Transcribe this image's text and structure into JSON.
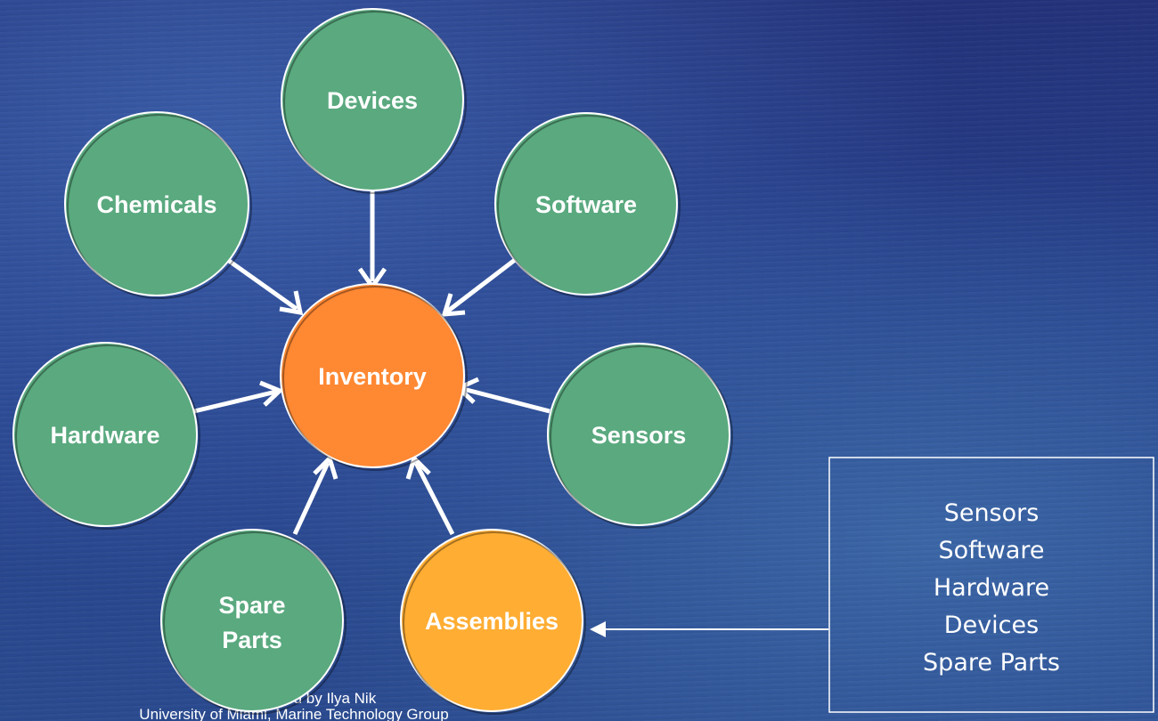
{
  "colors": {
    "node_green": "#5aa97f",
    "center_orange": "#ff8833",
    "assembly_yellow": "#ffad33",
    "outline": "#ffffff",
    "arrow": "#ffffff"
  },
  "center": {
    "label": "Inventory"
  },
  "nodes": [
    {
      "id": "devices",
      "label": "Devices"
    },
    {
      "id": "chemicals",
      "label": "Chemicals"
    },
    {
      "id": "software",
      "label": "Software"
    },
    {
      "id": "hardware",
      "label": "Hardware"
    },
    {
      "id": "sensors",
      "label": "Sensors"
    },
    {
      "id": "spare-parts",
      "label": "Spare Parts"
    },
    {
      "id": "assemblies",
      "label": "Assemblies"
    }
  ],
  "assemblies_box": {
    "items": [
      "Sensors",
      "Software",
      "Hardware",
      "Devices",
      "Spare Parts"
    ]
  },
  "footer": {
    "line1": "Developed by Ilya Nik",
    "line2": "University of Miami, Marine Technology Group"
  }
}
